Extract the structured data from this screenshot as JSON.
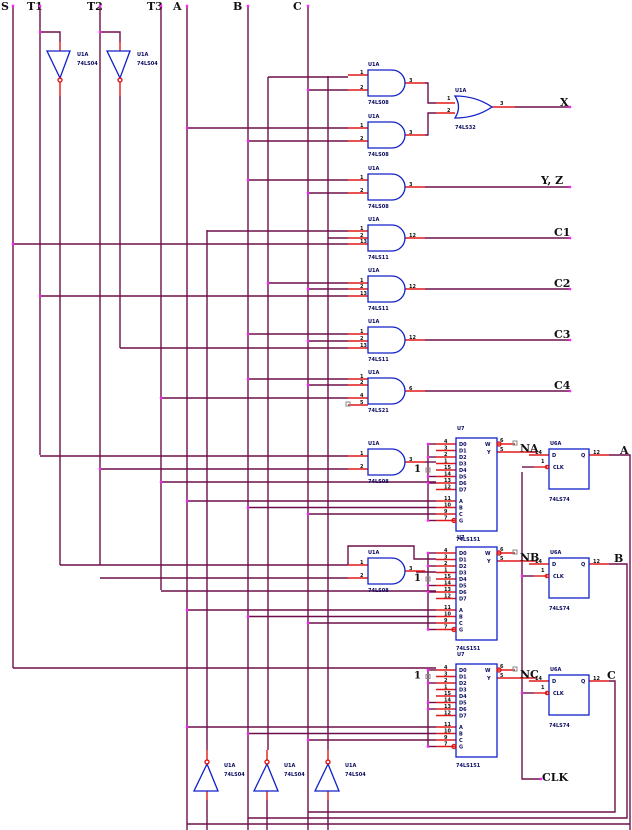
{
  "inputs": [
    {
      "label": "S"
    },
    {
      "label": "T1"
    },
    {
      "label": "T2"
    },
    {
      "label": "T3"
    },
    {
      "label": "A"
    },
    {
      "label": "B"
    },
    {
      "label": "C"
    }
  ],
  "outputs": {
    "x": "X",
    "yz": "Y, Z",
    "c1": "C1",
    "c2": "C2",
    "c3": "C3",
    "c4": "C4",
    "a": "A",
    "b": "B",
    "c": "C",
    "clk": "CLK"
  },
  "nets": {
    "na": "NA",
    "nb": "NB",
    "nc": "NC"
  },
  "constant_one": "1",
  "parts": {
    "and2": "74LS08",
    "and3": "74LS11",
    "and4": "74LS21",
    "or2": "74LS32",
    "inv": "74LS04",
    "mux": "74LS151",
    "dff": "74LS74",
    "gate_ref": "U1A",
    "mux_ref": "U7",
    "dff_ref": "U6A"
  },
  "mux_pins": {
    "left": [
      {
        "num": "4",
        "name": "D0"
      },
      {
        "num": "3",
        "name": "D1"
      },
      {
        "num": "2",
        "name": "D2"
      },
      {
        "num": "1",
        "name": "D3"
      },
      {
        "num": "15",
        "name": "D4"
      },
      {
        "num": "14",
        "name": "D5"
      },
      {
        "num": "13",
        "name": "D6"
      },
      {
        "num": "12",
        "name": "D7"
      },
      {
        "num": "11",
        "name": "A"
      },
      {
        "num": "10",
        "name": "B"
      },
      {
        "num": "9",
        "name": "C"
      },
      {
        "num": "7",
        "name": "G"
      }
    ],
    "right": [
      {
        "num": "6",
        "name": "W"
      },
      {
        "num": "5",
        "name": "Y"
      }
    ]
  },
  "dff_pins": {
    "d_num": "14",
    "d": "D",
    "q_num": "12",
    "q": "Q",
    "clk_num": "1",
    "clk": "CLK"
  },
  "gate_pins": {
    "in1": "1",
    "in2": "2",
    "in3": "13",
    "in4": "4",
    "in5": "5",
    "out3": "3",
    "out12": "12",
    "out6": "6"
  }
}
